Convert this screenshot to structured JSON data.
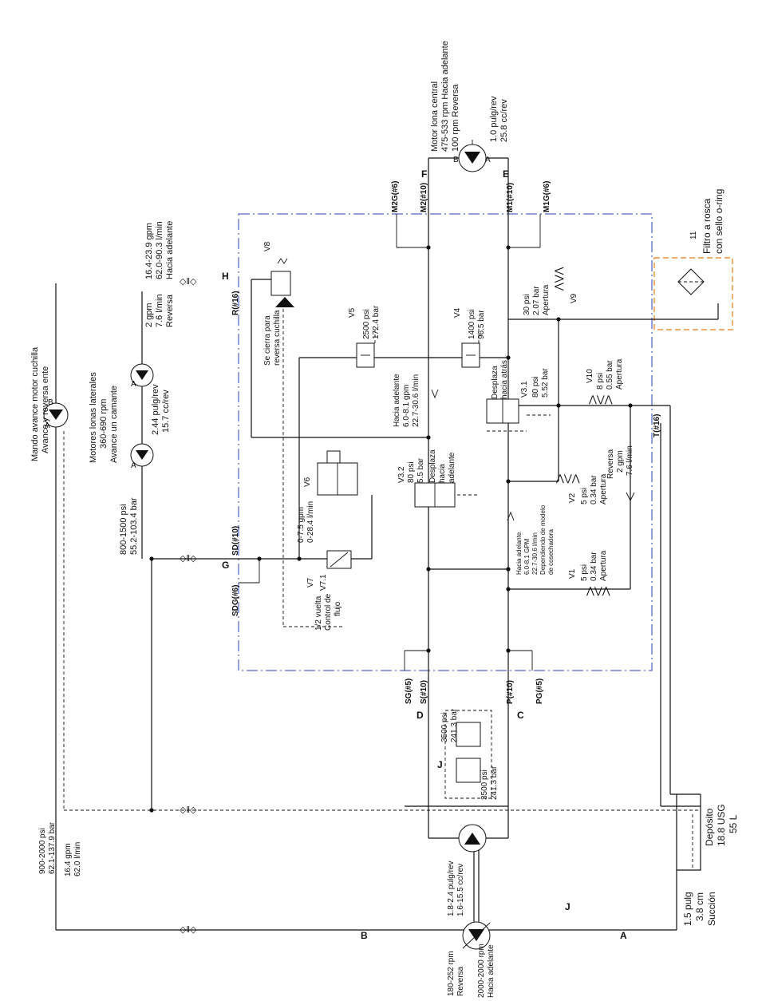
{
  "colors": {
    "boundary": "#2b3fb8",
    "filter_box": "#e8923a",
    "teal_label": "#1b7f8f"
  },
  "labels": {
    "top_left": {
      "l1": "Mando avance motor cuchilla",
      "l2": "Avance y reversa ente"
    },
    "pump_ab_a": "A",
    "pump_ab_b": "B",
    "side_motors": {
      "l1": "Motores lonas laterales",
      "l2": "360-690 rpm",
      "l3": "Avance un camante",
      "flow_a": "A",
      "flow_b": "A"
    },
    "side_disp": {
      "l1": "2.44 pulg/rev",
      "l2": "15.7 cc/rev"
    },
    "side_press": {
      "l1": "800-1500 psi",
      "l2": "55.2-103.4 bar"
    },
    "side_rev": {
      "l1": "2 gpm",
      "l2": "7.6 l/min",
      "l3": "Reversa"
    },
    "side_fwd": {
      "l1": "16.4-23.9 gpm",
      "l2": "62.0-90.3 l/min",
      "l3": "Hacia adelante"
    },
    "center_motor": {
      "l1": "Motor lona central",
      "l2": "475-533 rpm Hacia adelante",
      "l3": "100 rpm Reversa",
      "disp1": "1.0 pulg/rev",
      "disp2": "25.8 cc/rev",
      "port_b": "B",
      "port_a": "A"
    },
    "ports": {
      "m2g": "M2G(#6)",
      "m2": "M2(#10)",
      "m1": "M1(#10)",
      "m1g": "M1G(#6)",
      "r": "R(#16)",
      "sd": "SD(#10)",
      "sdg": "SDG(#6)",
      "sg": "SG(#5)",
      "s": "S(#10)",
      "p": "P(#10)",
      "pg": "PG(#5)",
      "t": "T(#16)"
    },
    "letters": {
      "f": "F",
      "e": "E",
      "h": "H",
      "g": "G",
      "d": "D",
      "c": "C",
      "j1": "J",
      "j2": "J",
      "b": "B",
      "a": "A"
    },
    "v8": {
      "tag": "V8",
      "l1": "Se cierra para",
      "l2": "reversa cuchilla"
    },
    "v5": {
      "tag": "V5",
      "l1": "2500 psi",
      "l2": "172.4 bar"
    },
    "v4": {
      "tag": "V4",
      "l1": "1400 psi",
      "l2": "96.5 bar"
    },
    "v9": {
      "tag": "V9",
      "l1": "30 psi",
      "l2": "2.07 bar",
      "l3": "Apertura"
    },
    "v10": {
      "tag": "V10",
      "l1": "8 psi",
      "l2": "0.55 bar",
      "l3": "Apertura"
    },
    "v31": {
      "tag": "V3.1",
      "l1": "80 psi",
      "l2": "5.52 bar",
      "m1": "Desplaza",
      "m2": "hacia atrás"
    },
    "v32": {
      "tag": "V3.2",
      "l1": "80 psi",
      "l2": "5.5 bar",
      "m1": "Desplaza",
      "m2": "hacia",
      "m3": "adelante"
    },
    "v6": {
      "tag": "V6"
    },
    "v7": {
      "tag1": "V7",
      "tag2": "V7.1",
      "f1": "0-7.5 gpm",
      "f2": "0-28.4 l/min",
      "c1": "1/2 vuelta",
      "c2": "Control de",
      "c3": "flujo"
    },
    "fwd_flow": {
      "l1": "Hacia adelante",
      "l2": "6.0-8.1 gpm",
      "l3": "22.7-30.6 l/min"
    },
    "fwd_flow2": {
      "l1": "Hacia adelante",
      "l2": "6.0-8.1 GPM",
      "l3": "22.7-30.6 l/min",
      "l4": "Dependiendo de modelo",
      "l5": "de cosechadora"
    },
    "v2": {
      "tag": "V2",
      "l1": "5 psi",
      "l2": "0.34 bar",
      "l3": "Apertura"
    },
    "rev_flow": {
      "l1": "Reversa",
      "l2": "2 gpm",
      "l3": "7.6 l/min"
    },
    "v1": {
      "tag": "V1",
      "l1": "5 psi",
      "l2": "0.34 bar",
      "l3": "Apertura"
    },
    "filter": {
      "tag": "11",
      "l1": "Filtro a rosca",
      "l2": "con sello o-ring"
    },
    "relief_top": {
      "l1": "3500 psi",
      "l2": "241.3 bar"
    },
    "relief_bot": {
      "l1": "3500 psi",
      "l2": "241.3 bar"
    },
    "tank": {
      "l1": "Depósito",
      "l2": "18.8 USG",
      "l3": "55 L"
    },
    "suction": {
      "l1": "1.5 pulg",
      "l2": "3.8 cm",
      "l3": "Succión"
    },
    "main_pump": {
      "p1": "900-2000 psi",
      "p2": "62.1-137.9 bar",
      "f1": "16.4 gpm",
      "f2": "62.0 l/min"
    },
    "bottom_pump": {
      "d1": "1.8-2.4 pulg/rev",
      "d2": "1.6-15.5 cc/rev",
      "r1": "180-252 rpm",
      "r2": "Reversa",
      "f1": "2000-2000 rpm",
      "f2": "Hacia adelante"
    }
  }
}
